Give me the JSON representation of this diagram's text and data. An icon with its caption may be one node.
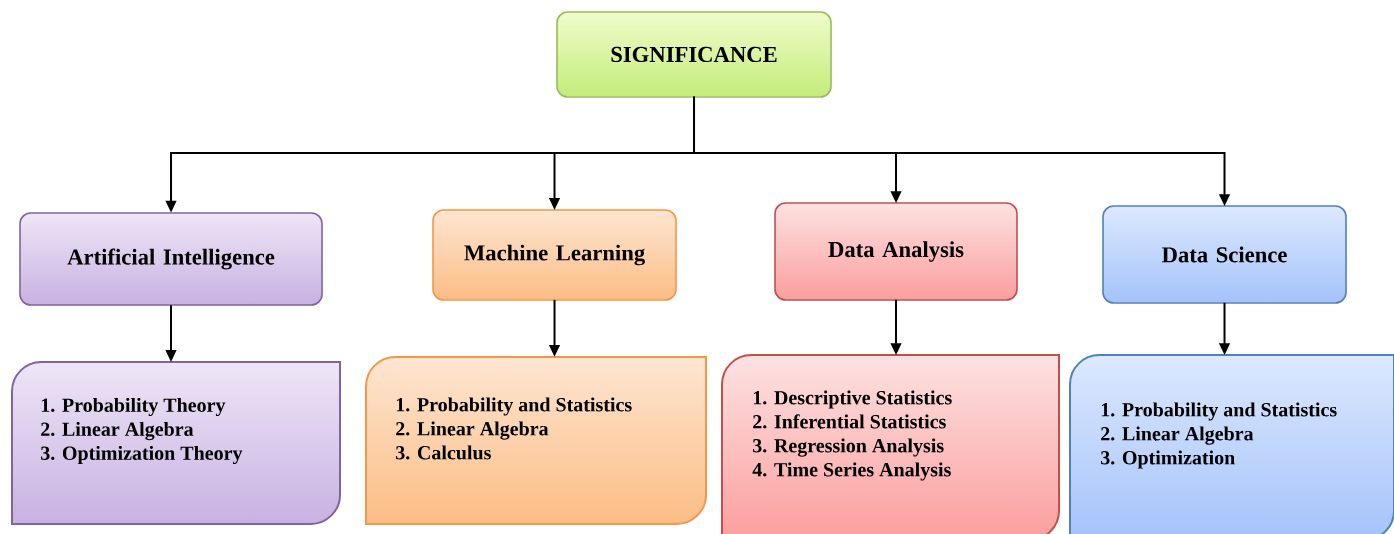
{
  "diagram": {
    "nodes": [
      {
        "text": [
          "SIGNIFICANCE"
        ]
      },
      {
        "text": [
          "Artificial Intelligence"
        ]
      },
      {
        "text": [
          "Machine Learning"
        ]
      },
      {
        "text": [
          "Data Analysis"
        ]
      },
      {
        "text": [
          "Data Science"
        ]
      },
      {
        "text": [
          "1. Probability Theory",
          "2. Linear Algebra",
          "3. Optimization Theory"
        ]
      },
      {
        "text": [
          "1. Probability and Statistics",
          "2. Linear Algebra",
          "3. Calculus"
        ]
      },
      {
        "text": [
          "1. Descriptive Statistics",
          "2. Inferential Statistics",
          "3. Regression Analysis",
          "4. Time Series Analysis"
        ]
      },
      {
        "text": [
          "1. Probability and Statistics",
          "2. Linear Algebra",
          "3. Optimization"
        ]
      }
    ],
    "edges": [
      {
        "from": 0,
        "to": 1,
        "arrow": "to"
      },
      {
        "from": 0,
        "to": 2,
        "arrow": "to"
      },
      {
        "from": 0,
        "to": 3,
        "arrow": "to"
      },
      {
        "from": 0,
        "to": 4,
        "arrow": "to"
      },
      {
        "from": 1,
        "to": 5,
        "arrow": "to"
      },
      {
        "from": 2,
        "to": 6,
        "arrow": "to"
      },
      {
        "from": 3,
        "to": 7,
        "arrow": "to"
      },
      {
        "from": 4,
        "to": 8,
        "arrow": "to"
      }
    ]
  }
}
